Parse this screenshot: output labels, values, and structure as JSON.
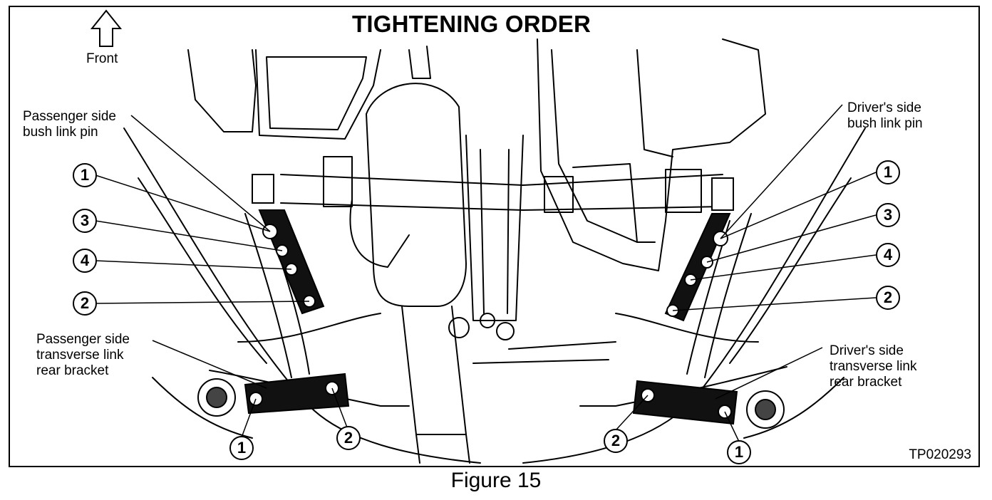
{
  "title": "TIGHTENING ORDER",
  "front_label": "Front",
  "figure_code": "TP020293",
  "caption": "Figure 15",
  "icons": {
    "front_arrow": "up-arrow-icon"
  },
  "labels": {
    "passenger_pin": [
      "Passenger side",
      "bush link pin"
    ],
    "driver_pin": [
      "Driver's side",
      "bush link pin"
    ],
    "passenger_bracket": [
      "Passenger side",
      "transverse link",
      "rear bracket"
    ],
    "driver_bracket": [
      "Driver's side",
      "transverse link",
      "rear bracket"
    ]
  },
  "callouts": {
    "passenger_pin_order": [
      "1",
      "3",
      "4",
      "2"
    ],
    "driver_pin_order": [
      "1",
      "3",
      "4",
      "2"
    ],
    "passenger_bracket_order": [
      "1",
      "2"
    ],
    "driver_bracket_order": [
      "2",
      "1"
    ]
  }
}
